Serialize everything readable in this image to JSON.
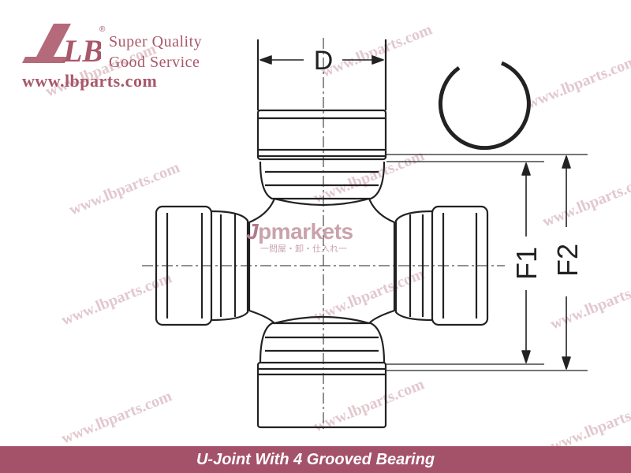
{
  "brand": {
    "logo_text": "LB",
    "registered_mark": "®",
    "tagline_line1": "Super Quality",
    "tagline_line2": "Good Service",
    "url": "www.lbparts.com"
  },
  "watermark": {
    "repeated_text": "www.lbparts.com",
    "jp_main_j": "J",
    "jp_main_rest": "pmarkets",
    "jp_sub": "一問屋・卸・仕入れ一"
  },
  "diagram": {
    "labels": {
      "diameter": "D",
      "f1": "F1",
      "f2": "F2"
    },
    "icons": [
      "snap-ring-icon",
      "u-joint-cross-drawing"
    ]
  },
  "footer": {
    "caption": "U-Joint With 4 Grooved Bearing"
  },
  "colors": {
    "brand": "#a8586a",
    "footer_bg": "#a4526a",
    "footer_text": "#ffffff",
    "line": "#222222",
    "watermark": "#e2c8cf"
  }
}
